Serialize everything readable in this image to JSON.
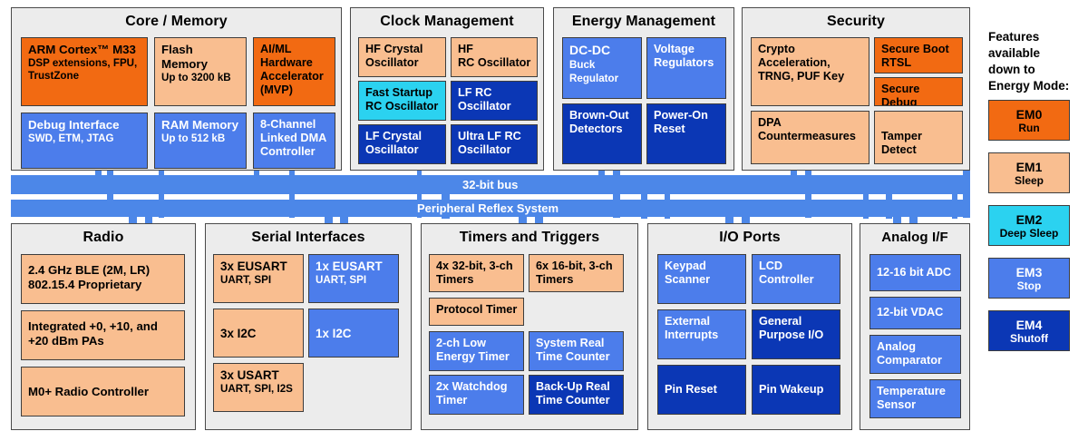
{
  "diagram": {
    "buses": [
      {
        "name": "32-bit bus",
        "label": "32-bit bus"
      },
      {
        "name": "peripheral-reflex-system",
        "label": "Peripheral Reflex System"
      }
    ],
    "groups": [
      {
        "id": "core-memory",
        "title": "Core / Memory",
        "blocks": [
          {
            "title": "ARM Cortex™ M33",
            "sub": "DSP extensions, FPU,\nTrustZone",
            "mode": "em0"
          },
          {
            "title": "Flash\nMemory",
            "sub": "Up to 3200 kB",
            "mode": "em1"
          },
          {
            "title": "AI/ML\nHardware\nAccelerator\n(MVP)",
            "sub": "",
            "mode": "em0"
          },
          {
            "title": "Debug Interface",
            "sub": "SWD, ETM, JTAG",
            "mode": "em3"
          },
          {
            "title": "RAM Memory",
            "sub": "Up to 512 kB",
            "mode": "em3"
          },
          {
            "title": "8-Channel\nLinked DMA\nController",
            "sub": "",
            "mode": "em3"
          }
        ]
      },
      {
        "id": "clock-management",
        "title": "Clock Management",
        "blocks": [
          {
            "title": "HF Crystal\nOscillator",
            "sub": "",
            "mode": "em1"
          },
          {
            "title": "HF\nRC Oscillator",
            "sub": "",
            "mode": "em1"
          },
          {
            "title": "Fast Startup\nRC Oscillator",
            "sub": "",
            "mode": "em2"
          },
          {
            "title": "LF RC\nOscillator",
            "sub": "",
            "mode": "em4"
          },
          {
            "title": "LF Crystal\nOscillator",
            "sub": "",
            "mode": "em4"
          },
          {
            "title": "Ultra LF RC\nOscillator",
            "sub": "",
            "mode": "em4"
          }
        ]
      },
      {
        "id": "energy-management",
        "title": "Energy Management",
        "blocks": [
          {
            "title": "DC-DC",
            "sub": "Buck\nRegulator",
            "mode": "em3"
          },
          {
            "title": "Voltage\nRegulators",
            "sub": "",
            "mode": "em3"
          },
          {
            "title": "Brown-Out\nDetectors",
            "sub": "",
            "mode": "em4"
          },
          {
            "title": "Power-On\nReset",
            "sub": "",
            "mode": "em4"
          }
        ]
      },
      {
        "id": "security",
        "title": "Security",
        "blocks": [
          {
            "title": "Crypto\nAcceleration,\nTRNG, PUF Key",
            "sub": "",
            "mode": "em1"
          },
          {
            "title": "Secure Boot\nRTSL",
            "sub": "",
            "mode": "em0"
          },
          {
            "title": "Secure Debug",
            "sub": "",
            "mode": "em0"
          },
          {
            "title": "DPA\nCountermeasures",
            "sub": "",
            "mode": "em1"
          },
          {
            "title": "Tamper Detect",
            "sub": "",
            "mode": "em1"
          }
        ]
      },
      {
        "id": "radio",
        "title": "Radio",
        "blocks": [
          {
            "title": "2.4 GHz BLE (2M, LR)\n802.15.4 Proprietary",
            "sub": "",
            "mode": "em1"
          },
          {
            "title": "Integrated +0,  +10, and\n+20 dBm PAs",
            "sub": "",
            "mode": "em1"
          },
          {
            "title": "M0+ Radio Controller",
            "sub": "",
            "mode": "em1"
          }
        ]
      },
      {
        "id": "serial-interfaces",
        "title": "Serial Interfaces",
        "blocks": [
          {
            "title": "3x EUSART",
            "sub": "UART, SPI",
            "mode": "em1"
          },
          {
            "title": "1x EUSART",
            "sub": "UART, SPI",
            "mode": "em3"
          },
          {
            "title": "3x I2C",
            "sub": "",
            "mode": "em1"
          },
          {
            "title": "1x I2C",
            "sub": "",
            "mode": "em3"
          },
          {
            "title": "3x USART",
            "sub": "UART, SPI, I2S",
            "mode": "em1"
          }
        ]
      },
      {
        "id": "timers-and-triggers",
        "title": "Timers and Triggers",
        "blocks": [
          {
            "title": "4x 32-bit, 3-ch\nTimers",
            "sub": "",
            "mode": "em1"
          },
          {
            "title": "6x 16-bit, 3-ch\nTimers",
            "sub": "",
            "mode": "em1"
          },
          {
            "title": "Protocol Timer",
            "sub": "",
            "mode": "em1"
          },
          {
            "title": "2-ch Low\nEnergy Timer",
            "sub": "",
            "mode": "em3"
          },
          {
            "title": "System Real\nTime Counter",
            "sub": "",
            "mode": "em3"
          },
          {
            "title": "2x Watchdog\nTimer",
            "sub": "",
            "mode": "em3"
          },
          {
            "title": "Back-Up Real\nTime Counter",
            "sub": "",
            "mode": "em4"
          }
        ]
      },
      {
        "id": "io-ports",
        "title": "I/O Ports",
        "blocks": [
          {
            "title": "Keypad\nScanner",
            "sub": "",
            "mode": "em3"
          },
          {
            "title": "LCD\nController",
            "sub": "",
            "mode": "em3"
          },
          {
            "title": "External\nInterrupts",
            "sub": "",
            "mode": "em3"
          },
          {
            "title": "General\nPurpose I/O",
            "sub": "",
            "mode": "em4"
          },
          {
            "title": "Pin Reset",
            "sub": "",
            "mode": "em4"
          },
          {
            "title": "Pin Wakeup",
            "sub": "",
            "mode": "em4"
          }
        ]
      },
      {
        "id": "analog-if",
        "title": "Analog I/F",
        "blocks": [
          {
            "title": "12-16 bit ADC",
            "sub": "",
            "mode": "em3"
          },
          {
            "title": "12-bit VDAC",
            "sub": "",
            "mode": "em3"
          },
          {
            "title": "Analog\nComparator",
            "sub": "",
            "mode": "em3"
          },
          {
            "title": "Temperature\nSensor",
            "sub": "",
            "mode": "em3"
          }
        ]
      }
    ]
  },
  "legend": {
    "title": "Features\navailable\ndown to\nEnergy Mode:",
    "items": [
      {
        "name": "EM0",
        "state": "Run",
        "mode": "em0",
        "color": "#F26A12"
      },
      {
        "name": "EM1",
        "state": "Sleep",
        "mode": "em1",
        "color": "#F9BE90"
      },
      {
        "name": "EM2",
        "state": "Deep Sleep",
        "mode": "em2",
        "color": "#2BD2F0"
      },
      {
        "name": "EM3",
        "state": "Stop",
        "mode": "em3",
        "color": "#4C7DEB"
      },
      {
        "name": "EM4",
        "state": "Shutoff",
        "mode": "em4",
        "color": "#0B37B5"
      }
    ]
  }
}
